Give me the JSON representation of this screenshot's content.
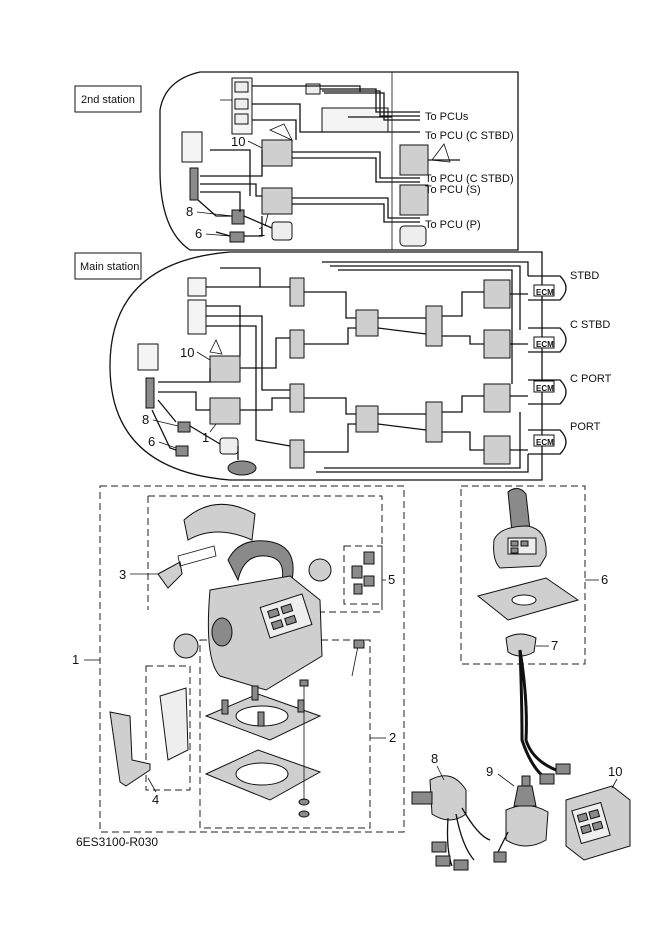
{
  "stations": {
    "second": {
      "label": "2nd station"
    },
    "main": {
      "label": "Main station"
    }
  },
  "destinations": {
    "to_pcus": "To PCUs",
    "to_pcu_c_stbd_1": "To PCU (C STBD)",
    "to_pcu_c_stbd_2": "To PCU (C STBD)",
    "to_pcu_s": "To PCU (S)",
    "to_pcu_p": "To PCU (P)"
  },
  "engines": {
    "stbd": "STBD",
    "c_stbd": "C STBD",
    "c_port": "C PORT",
    "port": "PORT",
    "ecm": "ECM"
  },
  "callouts": {
    "n1": "1",
    "n2": "2",
    "n3": "3",
    "n4": "4",
    "n5": "5",
    "n6": "6",
    "n7": "7",
    "n8": "8",
    "n9": "9",
    "n10": "10"
  },
  "figure_code": "6ES3100-R030"
}
